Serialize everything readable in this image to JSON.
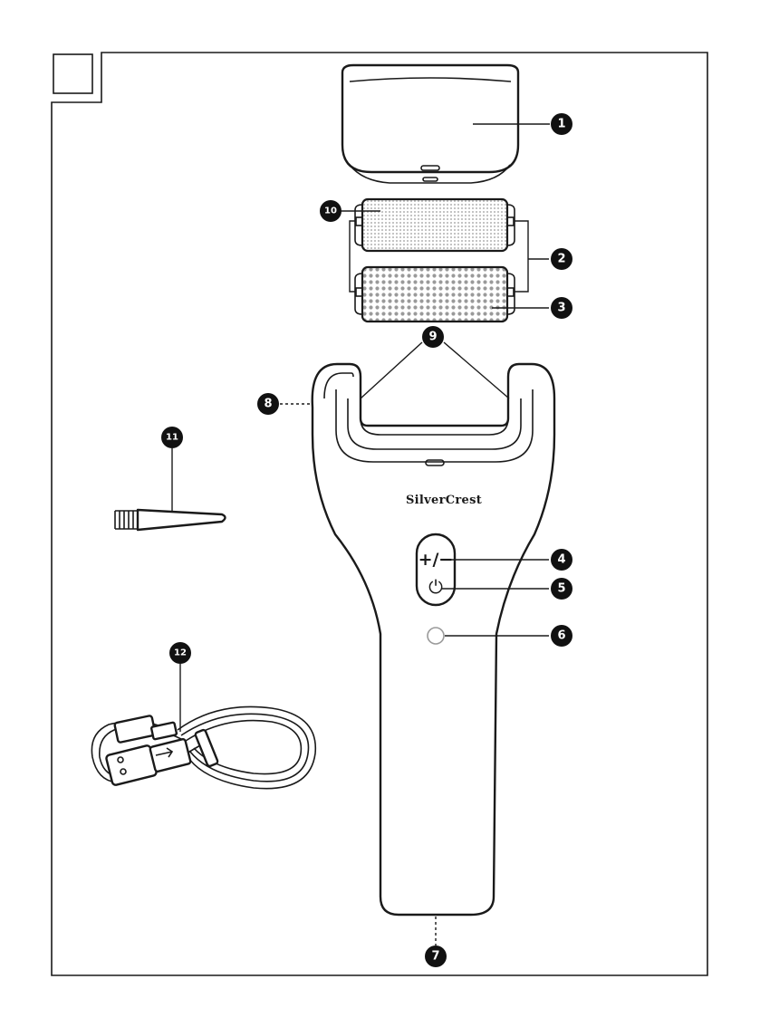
{
  "figure": {
    "brand_label": "SilverCrest",
    "callouts": [
      "1",
      "2",
      "3",
      "4",
      "5",
      "6",
      "7",
      "8",
      "9",
      "10",
      "11",
      "12"
    ],
    "button_labels": {
      "adjust": "+/−",
      "power": "⏻"
    }
  }
}
